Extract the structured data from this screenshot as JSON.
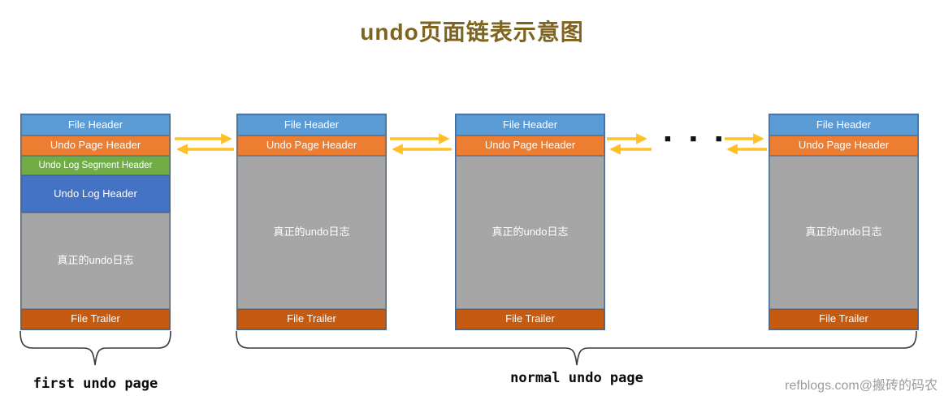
{
  "title": "undo页面链表示意图",
  "first_page": {
    "caption": "first undo page",
    "bands": [
      {
        "label": "File Header"
      },
      {
        "label": "Undo Page Header"
      },
      {
        "label": "Undo Log Segment Header"
      },
      {
        "label": "Undo Log Header"
      },
      {
        "label": "真正的undo日志"
      },
      {
        "label": "File Trailer"
      }
    ]
  },
  "normal_page": {
    "caption": "normal undo page",
    "bands": [
      {
        "label": "File Header"
      },
      {
        "label": "Undo Page Header"
      },
      {
        "label": "真正的undo日志"
      },
      {
        "label": "File Trailer"
      }
    ]
  },
  "ellipsis": "■ ■ ■",
  "watermark": "refblogs.com@搬砖的码农",
  "colors": {
    "file_header": "#5B9BD5",
    "undo_page_header": "#ED7D31",
    "undo_log_segment_header": "#70AD47",
    "undo_log_header": "#4472C4",
    "undo_log_body": "#A6A6A6",
    "file_trailer": "#C55A11",
    "arrow": "#FFC027",
    "title": "#7F6420"
  }
}
